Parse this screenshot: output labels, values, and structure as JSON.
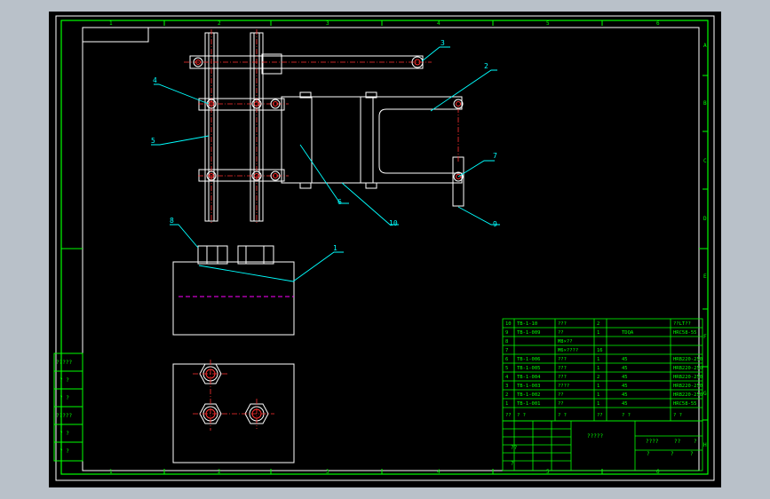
{
  "frame_letters": {
    "top": [
      "1",
      "2",
      "3",
      "4",
      "5",
      "6"
    ],
    "bottom": [
      "1",
      "2",
      "3",
      "4",
      "5",
      "6"
    ],
    "right": [
      "A",
      "B",
      "C",
      "D",
      "E",
      "F",
      "G",
      "H"
    ]
  },
  "callouts": [
    "1",
    "2",
    "3",
    "4",
    "5",
    "6",
    "7",
    "8",
    "9",
    "10"
  ],
  "sign_block": [
    "?????",
    "?  ?",
    "?  ?",
    "?????",
    "?  ?",
    "?  ?"
  ],
  "bom": {
    "rows": [
      [
        "10",
        "TB-1-10",
        "???",
        "2",
        "",
        "??LT??"
      ],
      [
        "9",
        "TB-1-009",
        "??",
        "1",
        "TDQA",
        "HRC58-55"
      ],
      [
        "8",
        "",
        "M8×??",
        "",
        "",
        ""
      ],
      [
        "7",
        "",
        "M6×????",
        "16",
        "",
        ""
      ],
      [
        "6",
        "TB-1-006",
        "???",
        "1",
        "45",
        "HRB220-250"
      ],
      [
        "5",
        "TB-1-005",
        "???",
        "1",
        "45",
        "HRB220-250"
      ],
      [
        "4",
        "TB-1-004",
        "???",
        "2",
        "45",
        "HRB220-250"
      ],
      [
        "3",
        "TB-1-003",
        "????",
        "1",
        "45",
        "HRB220-250"
      ],
      [
        "2",
        "TB-1-002",
        "??",
        "1",
        "45",
        "HRB220-250"
      ],
      [
        "1",
        "TB-1-001",
        "??",
        "1",
        "45",
        "HRC58-55"
      ]
    ],
    "header": [
      "??",
      "?  ?",
      "?  ?",
      "??",
      "?  ?",
      "?  ?"
    ]
  },
  "title_block": {
    "drawing_title": "?????",
    "cells": [
      "????",
      "??",
      "?",
      "??",
      "?",
      "?",
      "?",
      "?"
    ]
  },
  "colors": {
    "line": "#ffffff",
    "green": "#00ff00",
    "cyan": "#00ffff",
    "red": "#ff3030",
    "magenta": "#ff00ff",
    "yellow": "#ffff00"
  }
}
